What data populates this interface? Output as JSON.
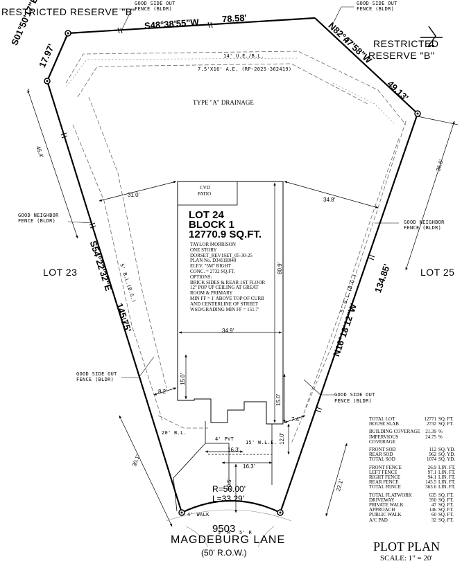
{
  "labels": {
    "restricted_reserve_b_left": "RESTRICTED RESERVE \"B\"",
    "restricted_reserve_right_1": "RESTRICTED",
    "restricted_reserve_right_2": "RESERVE \"B\"",
    "lot_23": "LOT 23",
    "lot_25": "LOT 25",
    "drainage": "TYPE \"A\" DRAINAGE",
    "ue_bl": "14' U.E./B.L.",
    "ae": "7.5'X16' A.E. (RP-2025-362419)",
    "bl_left": "5' B.L.(B.G.)",
    "bl_right": "5' B.L.(B.G.)",
    "bl_front": "20' B.L.",
    "pvt": "4' PVT",
    "wle": "15' W.L.E.",
    "walk": "4' WALK",
    "radius_left": "5' R",
    "radius_right": "5' R",
    "patio_1": "CVD",
    "patio_2": "PATIO"
  },
  "fence_notes": {
    "top_left_1": "GOOD SIDE OUT",
    "top_left_2": "FENCE (BLDR)",
    "top_right_1": "GOOD SIDE OUT",
    "top_right_2": "FENCE (BLDR)",
    "neighbor_left_1": "GOOD NEIGHBOR",
    "neighbor_left_2": "FENCE (BLDR)",
    "neighbor_right_1": "GOOD NEIGHBOR",
    "neighbor_right_2": "FENCE (BLDR)",
    "side_left_1": "GOOD SIDE OUT",
    "side_left_2": "FENCE (BLDR)",
    "side_right_1": "GOOD SIDE OUT",
    "side_right_2": "FENCE (BLDR)"
  },
  "bearings": {
    "top": "S48°38'55\"W",
    "top_dist": "78.58'",
    "left_top": "S01°50'17\"E",
    "left_top_dist": "17.97'",
    "right_top": "N82°47'58\"W",
    "right_top_dist": "49.13'",
    "left_side": "S54°22'32\"E",
    "left_side_dist": "145.75'",
    "right_side": "N16°18'12\"W",
    "right_side_dist": "134.85'"
  },
  "dimensions": {
    "d46_4": "46.4'",
    "d36_6": "36.6'",
    "d31_0": "31.0'",
    "d34_8": "34.8'",
    "d80_9": "80.9'",
    "d34_9": "34.9'",
    "d15_0_left": "15.0'",
    "d15_0_right": "15.0'",
    "d8_2": "8.2'",
    "d7_4": "7.4'",
    "d12_0": "12.0'",
    "d16_3_a": "16.3'",
    "d16_3_b": "16.3'",
    "d20_5": "20.5'",
    "d30_1": "30.1'",
    "d22_1": "22.1'",
    "radius": "R=50.00'",
    "length": "L=33.29'"
  },
  "lot": {
    "lot": "LOT 24",
    "block": "BLOCK 1",
    "area": "12770.9 SQ.FT."
  },
  "house_notes": [
    "TAYLOR MORRISON",
    "ONE STORY",
    "DORSET_REV1SET_05-30-25",
    "PLAN No. D3411H040",
    "ELEV. \"5M\" RIGHT",
    "CONC. = 2732 SQ.FT.",
    "OPTIONS:",
    "BRICK SIDES & REAR 1ST FLOOR",
    "12\" POP UP CEILING AT GREAT",
    "ROOM & PRIMARY",
    "MIN FF = 1' ABOVE TOP OF CURB",
    "AND CENTERLINE OF STREET",
    "WSD/GRADING MIN FF = 151.7'"
  ],
  "address": {
    "number": "9503",
    "street": "MAGDEBURG LANE",
    "row": "(50' R.O.W.)"
  },
  "title": {
    "main": "PLOT PLAN",
    "scale": "SCALE: 1\" = 20'"
  },
  "summary": [
    [
      {
        "label": "TOTAL LOT",
        "value": "12771",
        "unit": "SQ. FT."
      },
      {
        "label": "HOUSE SLAB",
        "value": "2732",
        "unit": "SQ. FT."
      }
    ],
    [
      {
        "label": "BUILDING COVERAGE",
        "value": "21.39",
        "unit": "%"
      },
      {
        "label": "IMPERVIOUS COVERAGE",
        "value": "24.75",
        "unit": "%"
      }
    ],
    [
      {
        "label": "FRONT SOD",
        "value": "112",
        "unit": "SQ. YD."
      },
      {
        "label": "REAR SOD",
        "value": "962",
        "unit": "SQ. YD."
      },
      {
        "label": "TOTAL SOD",
        "value": "1074",
        "unit": "SQ. YD."
      }
    ],
    [
      {
        "label": "FRONT FENCE",
        "value": "26.9",
        "unit": "LIN. FT."
      },
      {
        "label": "LEFT FENCE",
        "value": "97.1",
        "unit": "LIN. FT."
      },
      {
        "label": "RIGHT FENCE",
        "value": "94.1",
        "unit": "LIN. FT."
      },
      {
        "label": "REAR FENCE",
        "value": "145.5",
        "unit": "LIN. FT."
      },
      {
        "label": "TOTAL FENCE",
        "value": "363.6",
        "unit": "LIN. FT."
      }
    ],
    [
      {
        "label": "TOTAL FLATWORK",
        "value": "635",
        "unit": "SQ. FT."
      },
      {
        "label": "DRIVEWAY",
        "value": "350",
        "unit": "SQ. FT."
      },
      {
        "label": "PRIVATE WALK",
        "value": "47",
        "unit": "SQ. FT."
      },
      {
        "label": "APPROACH",
        "value": "146",
        "unit": "SQ. FT."
      },
      {
        "label": "PUBLIC WALK",
        "value": "60",
        "unit": "SQ. FT."
      },
      {
        "label": "A/C PAD",
        "value": "32",
        "unit": "SQ. FT."
      }
    ]
  ]
}
